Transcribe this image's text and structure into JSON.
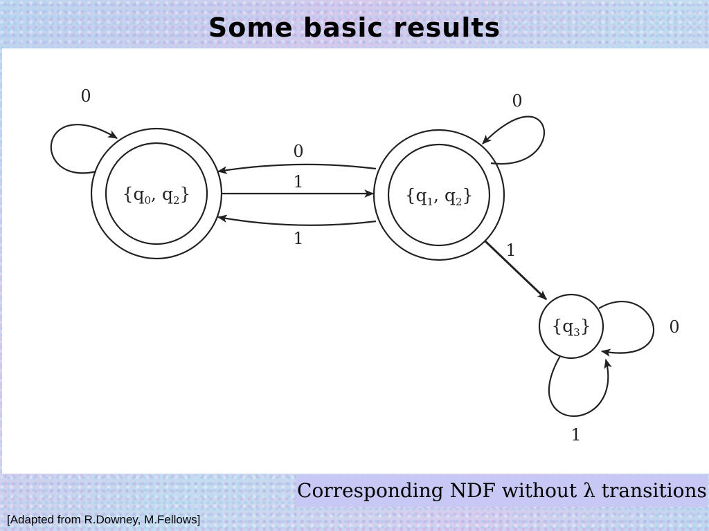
{
  "slide": {
    "title": "Some basic results",
    "caption_prefix": "Corresponding NDF without ",
    "caption_symbol": "λ",
    "caption_suffix": " transitions",
    "credit": "[Adapted from R.Downey, M.Fellows]"
  },
  "diagram": {
    "states": [
      {
        "id": "A",
        "base1": "q",
        "sub1": "0",
        "base2": "q",
        "sub2": "2",
        "accepting": true
      },
      {
        "id": "B",
        "base1": "q",
        "sub1": "1",
        "base2": "q",
        "sub2": "2",
        "accepting": true
      },
      {
        "id": "C",
        "base1": "q",
        "sub1": "3",
        "accepting": false
      }
    ],
    "transitions": [
      {
        "from": "A",
        "to": "A",
        "label": "0"
      },
      {
        "from": "B",
        "to": "A",
        "label": "0"
      },
      {
        "from": "A",
        "to": "B",
        "label": "1"
      },
      {
        "from": "B",
        "to": "A",
        "label": "1"
      },
      {
        "from": "B",
        "to": "B",
        "label": "0"
      },
      {
        "from": "B",
        "to": "C",
        "label": "1"
      },
      {
        "from": "C",
        "to": "C",
        "label": "0"
      },
      {
        "from": "C",
        "to": "C",
        "label": "1"
      }
    ],
    "brace_open": "{",
    "brace_close": "}",
    "separator": ", "
  }
}
